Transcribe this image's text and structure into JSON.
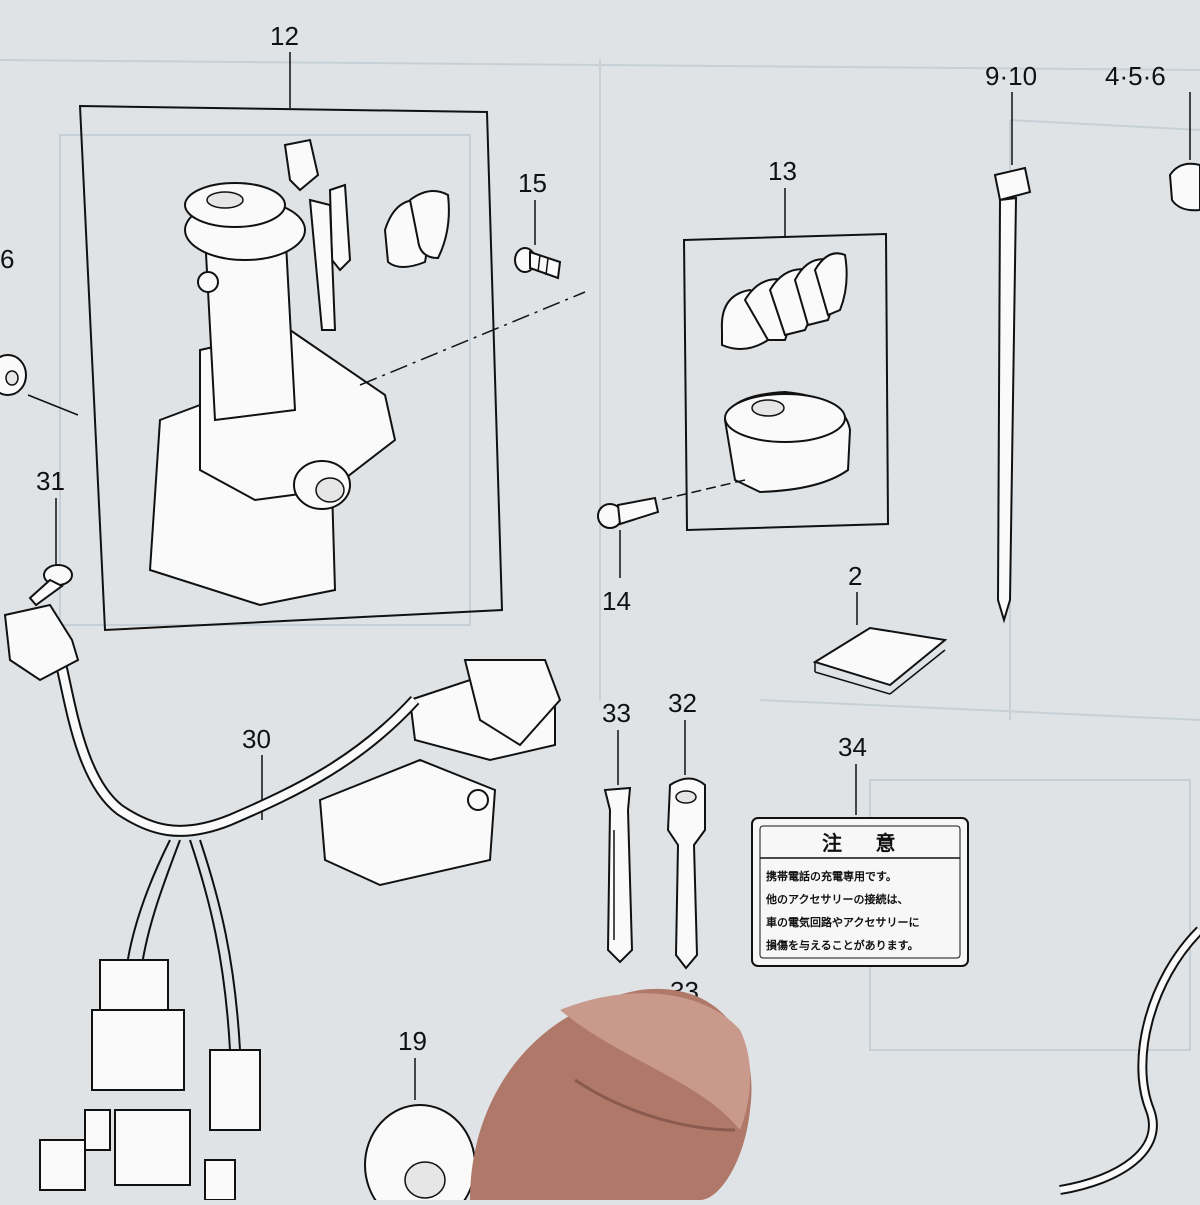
{
  "callouts": {
    "c12": "12",
    "c15": "15",
    "c13": "13",
    "c9_10": "9·10",
    "c4_5_6": "4·5·6",
    "c6": "6",
    "c31": "31",
    "c14": "14",
    "c2": "2",
    "c30": "30",
    "c33": "33",
    "c32": "32",
    "c34": "34",
    "c19": "19",
    "c33b": "33"
  },
  "warning_label": {
    "title": "注 意",
    "lines": [
      "携帯電話の充電専用です。",
      "他のアクセサリーの接続は、",
      "車の電気回路やアクセサリーに",
      "損傷を与えることがあります。"
    ]
  },
  "colors": {
    "paper": "#dfe3e6",
    "ink": "#111111",
    "ghost_print": "#b8c4cc"
  }
}
